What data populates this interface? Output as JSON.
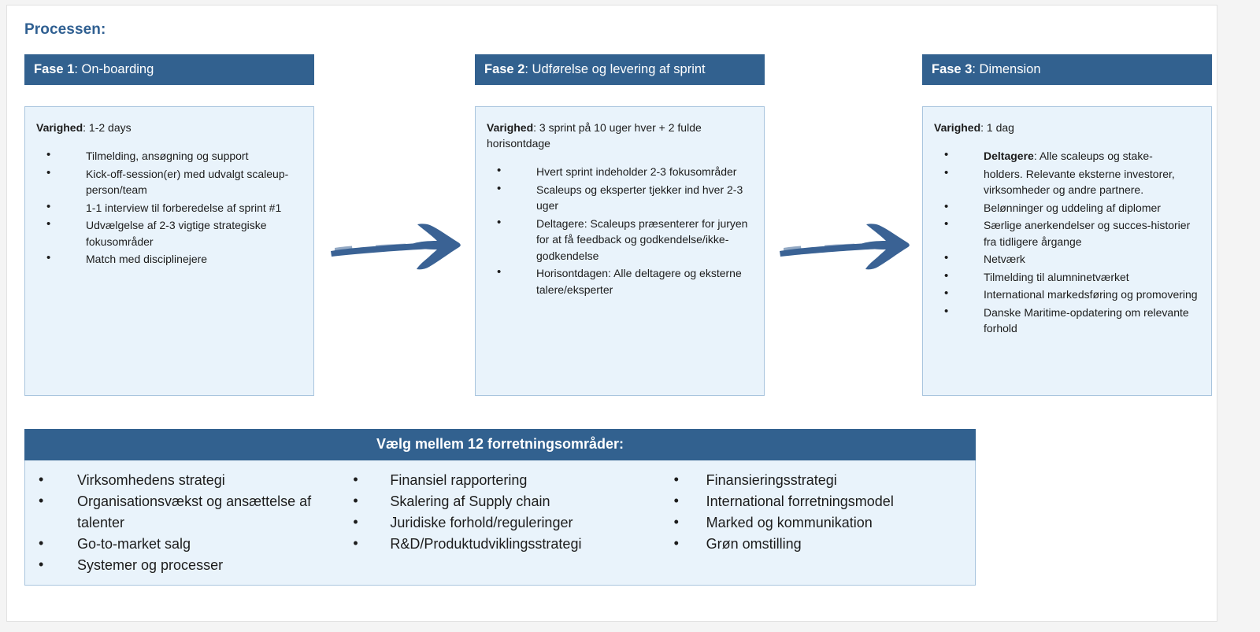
{
  "page": {
    "title": "Processen:",
    "accent_blue": "#32618f",
    "panel_fill": "#e9f3fb",
    "panel_border": "#a9c5de",
    "title_color": "#2f5f91"
  },
  "phases": [
    {
      "label": "Fase 1",
      "title": ": On-boarding",
      "duration_label": "Varighed",
      "duration_value": ": 1-2 days",
      "bullets": [
        "Tilmelding, ansøgning og support",
        "Kick-off-session(er) med udvalgt scaleup-person/team",
        "1-1 interview til forberedelse af sprint #1",
        "Udvælgelse af 2-3 vigtige strategiske fokusområder",
        "Match med disciplinejere"
      ]
    },
    {
      "label": "Fase 2",
      "title": ": Udførelse og levering af sprint",
      "duration_label": "Varighed",
      "duration_value": ": 3 sprint på 10 uger hver + 2 fulde horisontdage",
      "bullets": [
        "Hvert sprint indeholder 2-3 fokusområder",
        "Scaleups og eksperter tjekker ind hver 2-3 uger",
        "Deltagere: Scaleups præsenterer for juryen for at få feedback og godkendelse/ikke-godkendelse",
        "Horisontdagen: Alle deltagere og eksterne talere/eksperter"
      ]
    },
    {
      "label": "Fase 3",
      "title": ": Dimension",
      "duration_label": "Varighed",
      "duration_value": ": 1 dag",
      "bullets_rich": [
        {
          "bold": "Deltagere",
          "rest": ": Alle scaleups og stake-"
        },
        {
          "bold": "",
          "rest": "holders. Relevante eksterne investorer, virksomheder og andre partnere."
        },
        {
          "bold": "",
          "rest": "Belønninger og uddeling af diplomer"
        },
        {
          "bold": "",
          "rest": "Særlige anerkendelser og succes-historier fra tidligere årgange"
        },
        {
          "bold": "",
          "rest": "Netværk"
        },
        {
          "bold": "",
          "rest": "Tilmelding til alumninetværket"
        },
        {
          "bold": "",
          "rest": "International markedsføring og promovering"
        },
        {
          "bold": "",
          "rest": "Danske Maritime-opdatering om relevante forhold"
        }
      ]
    }
  ],
  "arrows": [
    {
      "name": "arrow-phase1-to-phase2"
    },
    {
      "name": "arrow-phase2-to-phase3"
    }
  ],
  "banner": {
    "header": "Vælg mellem 12 forretningsområder:",
    "columns": [
      [
        "Virksomhedens strategi",
        "Organisationsvækst og ansættelse af talenter",
        "Go-to-market salg",
        "Systemer og processer"
      ],
      [
        "Finansiel rapportering",
        "Skalering af Supply chain",
        "Juridiske forhold/reguleringer",
        "R&D/Produktudviklingsstrategi"
      ],
      [
        "Finansieringsstrategi",
        "International forretningsmodel",
        "Marked og kommunikation",
        "Grøn omstilling"
      ]
    ]
  }
}
